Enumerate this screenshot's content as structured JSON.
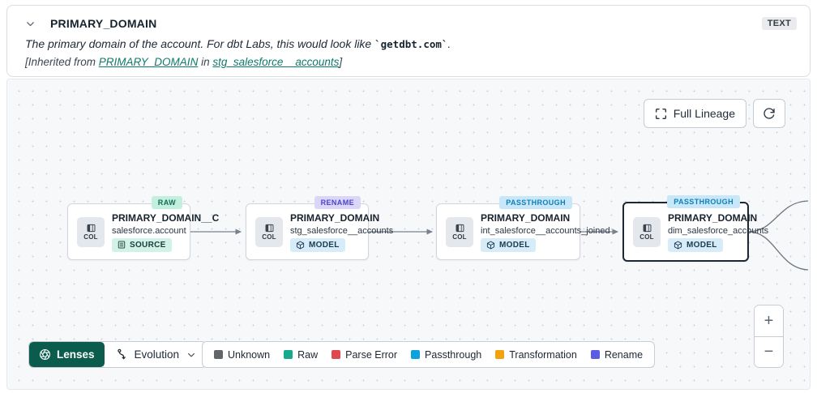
{
  "header": {
    "title": "PRIMARY_DOMAIN",
    "type_badge": "TEXT",
    "description": {
      "prefix": "The primary domain of the account. For dbt Labs, this would look like ",
      "code": "`getdbt.com`",
      "suffix": "."
    },
    "inherited": {
      "prefix": "[Inherited from ",
      "column_link": "PRIMARY_DOMAIN",
      "middle": " in ",
      "model_link": "stg_salesforce__accounts",
      "suffix": "]"
    }
  },
  "toolbar": {
    "full_lineage_label": "Full Lineage"
  },
  "nodes": [
    {
      "title": "PRIMARY_DOMAIN__C",
      "subtitle": "salesforce.account",
      "resource": "SOURCE",
      "badge": "RAW",
      "col_label": "COL"
    },
    {
      "title": "PRIMARY_DOMAIN",
      "subtitle": "stg_salesforce__accounts",
      "resource": "MODEL",
      "badge": "RENAME",
      "col_label": "COL"
    },
    {
      "title": "PRIMARY_DOMAIN",
      "subtitle": "int_salesforce__accounts_joined",
      "resource": "MODEL",
      "badge": "PASSTHROUGH",
      "col_label": "COL"
    },
    {
      "title": "PRIMARY_DOMAIN",
      "subtitle": "dim_salesforce_accounts",
      "resource": "MODEL",
      "badge": "PASSTHROUGH",
      "col_label": "COL"
    }
  ],
  "lenses": {
    "button_label": "Lenses",
    "selected_lens": "Evolution",
    "button_color": "#0b5c4d"
  },
  "legend": {
    "items": [
      {
        "label": "Unknown",
        "color": "#62666a"
      },
      {
        "label": "Raw",
        "color": "#16a98e"
      },
      {
        "label": "Parse Error",
        "color": "#e0484f"
      },
      {
        "label": "Passthrough",
        "color": "#0ea2dc"
      },
      {
        "label": "Transformation",
        "color": "#f2a20c"
      },
      {
        "label": "Rename",
        "color": "#5b5ce2"
      }
    ]
  },
  "zoom_controls": {
    "zoom_in": "+",
    "zoom_out": "−"
  }
}
